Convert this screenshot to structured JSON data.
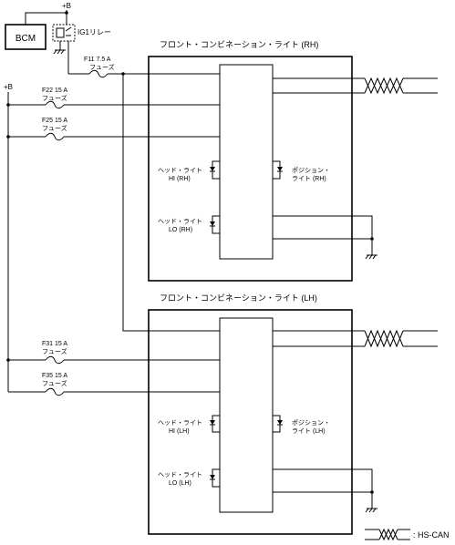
{
  "bcm_label": "BCM",
  "relay_label": "IG1リレー",
  "plus_b": "+B",
  "fuses": {
    "f11": {
      "name": "F11 7.5 A",
      "type": "フューズ"
    },
    "f22": {
      "name": "F22 15 A",
      "type": "フューズ"
    },
    "f25": {
      "name": "F25 15 A",
      "type": "フューズ"
    },
    "f31": {
      "name": "F31 15 A",
      "type": "フューズ"
    },
    "f35": {
      "name": "F35 15 A",
      "type": "フューズ"
    }
  },
  "rh": {
    "title": "フロント・コンビネーション・ライト (RH)",
    "hi": [
      "ヘッド・ライト",
      "HI (RH)"
    ],
    "pos": [
      "ポジション・",
      "ライト (RH)"
    ],
    "lo": [
      "ヘッド・ライト",
      "LO (RH)"
    ]
  },
  "lh": {
    "title": "フロント・コンビネーション・ライト (LH)",
    "hi": [
      "ヘッド・ライト",
      "HI (LH)"
    ],
    "pos": [
      "ポジション・",
      "ライト (LH)"
    ],
    "lo": [
      "ヘッド・ライト",
      "LO (LH)"
    ]
  },
  "legend_label": ": HS-CAN"
}
